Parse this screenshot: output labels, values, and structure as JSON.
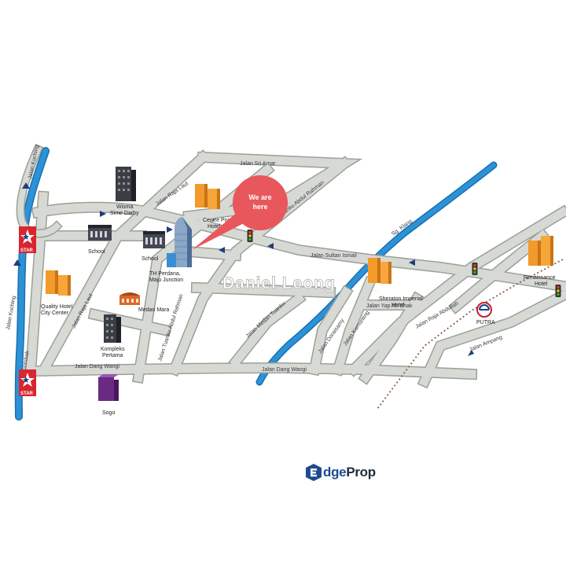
{
  "map": {
    "streets": {
      "sri_amar": "Jalan Sri Amar",
      "raja_laut_top": "Jalan Raja Laut",
      "raja_laut_bottom": "Jalan Raja Laut",
      "tar_top": "Jalan Tuanku Abdul Rahman",
      "tar_bottom": "Jalan Tuanku Abdul Rahman",
      "sultan_ismail": "Jalan Sultan Ismail",
      "medan_tuanku": "Jalan Medan Tuanku",
      "doraisamy": "Jalan Doraisamy",
      "kamunting": "Jalan Kamunting",
      "yap_ah_shak": "Jalan Yap Ah Shak",
      "raja_abdullah": "Jalan Raja Abdullah",
      "ampang": "Jalan Ampang",
      "dang_wangi": "Jalan Dang Wangi",
      "kuching_top": "Jalan Kuching",
      "kuching_left": "Jalan Kuching",
      "sg_gombak": "Sg. Gombak",
      "sg_klang": "Sg. Klang"
    },
    "places": {
      "wisma_line1": "Wisma",
      "wisma_line2": "Sime Darby",
      "centre_point_line1": "Centre Point",
      "centre_point_line2": "Hotel",
      "school_left": "School",
      "school_right": "School",
      "th_perdana_line1": "TH Perdana,",
      "th_perdana_line2": "Maju Junction",
      "quality_line1": "Quality Hotel",
      "quality_line2": "City Center",
      "medan_mara": "Medan Mara",
      "kompleks_line1": "Kompleks",
      "kompleks_line2": "Pertama",
      "sogo": "Sogo",
      "sheraton_line1": "Sheraton Imperial",
      "sheraton_line2": "Hotel",
      "renaissance_line1": "Renaissance",
      "renaissance_line2": "Hotel",
      "putra": "PUTRA",
      "star_top": "STAR",
      "star_bottom": "STAR"
    },
    "callout": {
      "line1": "We are",
      "line2": "here"
    },
    "watermark": "Daniel Leong"
  },
  "logo": {
    "part1": "dge",
    "part2": "Prop"
  },
  "colors": {
    "road": "#d7d9d5",
    "river": "#2c92d6",
    "callout": "#e8575b",
    "building_orange": "#f29a2a",
    "building_grey": "#3a3d44",
    "star_red": "#d9252f",
    "brand_blue": "#1e4b8f"
  }
}
